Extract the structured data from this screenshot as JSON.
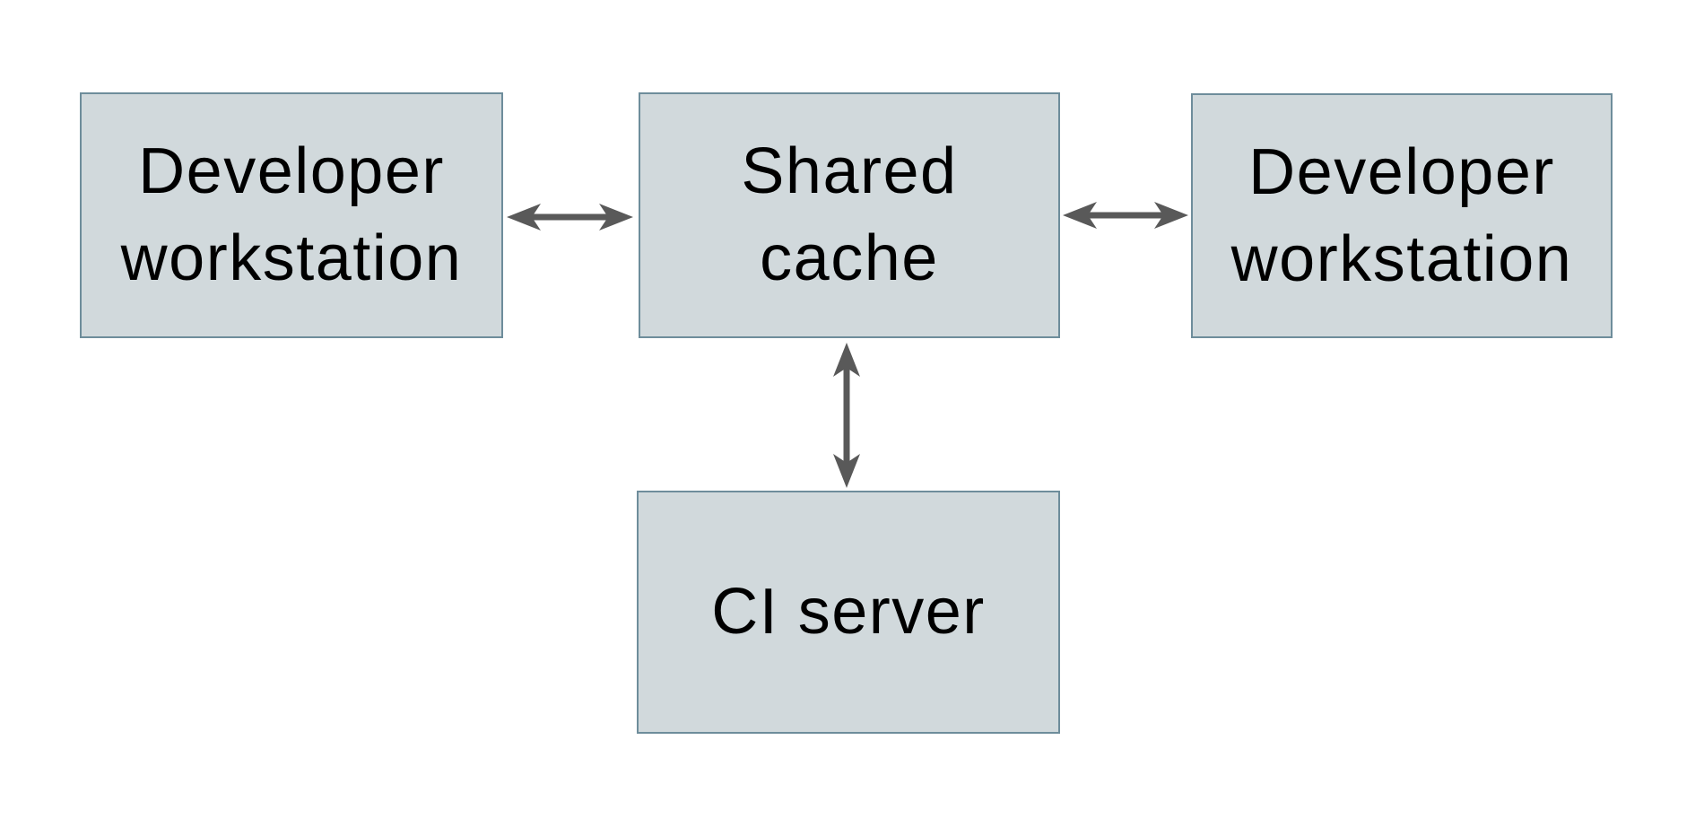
{
  "diagram": {
    "nodes": [
      {
        "id": "developer-workstation-left",
        "label": "Developer workstation",
        "lines": [
          "Developer",
          "workstation"
        ]
      },
      {
        "id": "shared-cache",
        "label": "Shared cache",
        "lines": [
          "Shared",
          "cache"
        ]
      },
      {
        "id": "developer-workstation-right",
        "label": "Developer workstation",
        "lines": [
          "Developer",
          "workstation"
        ]
      },
      {
        "id": "ci-server",
        "label": "CI server",
        "lines": [
          "CI server"
        ]
      }
    ],
    "edges": [
      {
        "from": "Developer workstation (left)",
        "to": "Shared cache",
        "type": "bidirectional"
      },
      {
        "from": "Shared cache",
        "to": "Developer workstation (right)",
        "type": "bidirectional"
      },
      {
        "from": "Shared cache",
        "to": "CI server",
        "type": "bidirectional"
      }
    ],
    "colors": {
      "background": "#ffffff",
      "node_fill": "#d1d9dc",
      "node_border": "#6e8d9b",
      "arrow": "#595959",
      "text": "#000000"
    }
  }
}
